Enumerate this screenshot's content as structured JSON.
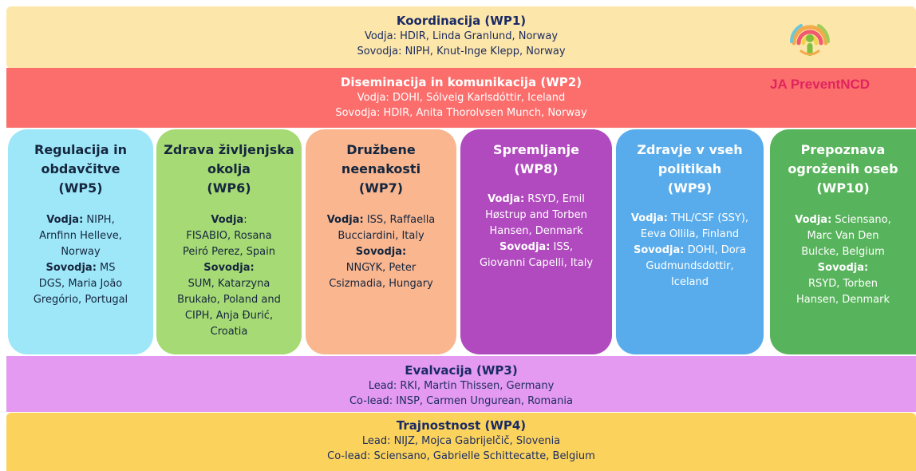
{
  "wp1": {
    "title": "Koordinacija (WP1)",
    "lines": [
      "Vodja: HDIR, Linda Granlund, Norway",
      "Sovodja: NIPH, Knut-Inge Klepp, Norway"
    ]
  },
  "wp2": {
    "title": "Diseminacija in komunikacija (WP2)",
    "lines": [
      "Vodja: DOHI, Sólveig Karlsdóttir, Iceland",
      "Sovodja: HDIR, Anita Thorolvsen Munch, Norway"
    ]
  },
  "brand": "JA PreventNCD",
  "colors": {
    "wp1": "#fce6a9",
    "wp2": "#fb6e6c",
    "wp3": "#e39af0",
    "wp4": "#fbd35c",
    "wp5": "#9ee7f8",
    "wp6": "#a6da74",
    "wp7": "#f9b68f",
    "wp8": "#b14abf",
    "wp9": "#59acec",
    "wp10": "#58b45c",
    "brand": "#e0245e"
  },
  "columns": [
    {
      "id": "wp5",
      "title": [
        "Regulacija in",
        "obdavčitve",
        "(WP5)"
      ],
      "lines": [
        [
          {
            "b": "Vodja:"
          },
          {
            "t": " NIPH,"
          }
        ],
        [
          {
            "t": "Arnfinn Helleve,"
          }
        ],
        [
          {
            "t": "Norway"
          }
        ],
        [
          {
            "b": "Sovodja:"
          },
          {
            "t": " MS"
          }
        ],
        [
          {
            "t": "DGS, Maria João"
          }
        ],
        [
          {
            "t": "Gregório, Portugal"
          }
        ]
      ]
    },
    {
      "id": "wp6",
      "title": [
        "Zdrava življenjska",
        "okolja",
        "(WP6)"
      ],
      "lines": [
        [
          {
            "b": "Vodja"
          },
          {
            "t": ":"
          }
        ],
        [
          {
            "t": "FISABIO, Rosana"
          }
        ],
        [
          {
            "t": "Peiró Perez, Spain"
          }
        ],
        [
          {
            "b": "Sovodja:"
          }
        ],
        [
          {
            "t": "SUM, Katarzyna"
          }
        ],
        [
          {
            "t": "Brukało, Poland and"
          }
        ],
        [
          {
            "t": "CIPH, Anja Đurić,"
          }
        ],
        [
          {
            "t": "Croatia"
          }
        ]
      ]
    },
    {
      "id": "wp7",
      "title": [
        "Družbene",
        "neenakosti",
        "(WP7)"
      ],
      "lines": [
        [
          {
            "b": "Vodja:"
          },
          {
            "t": " ISS, Raffaella"
          }
        ],
        [
          {
            "t": "Bucciardini, Italy"
          }
        ],
        [
          {
            "b": "Sovodja:"
          }
        ],
        [
          {
            "t": "NNGYK, Peter"
          }
        ],
        [
          {
            "t": "Csizmadia, Hungary"
          }
        ]
      ]
    },
    {
      "id": "wp8",
      "title": [
        "Spremljanje",
        "(WP8)"
      ],
      "lines": [
        [
          {
            "b": "Vodja:"
          },
          {
            "t": " RSYD, Emil"
          }
        ],
        [
          {
            "t": "Høstrup and Torben"
          }
        ],
        [
          {
            "t": "Hansen, Denmark"
          }
        ],
        [
          {
            "b": "Sovodja:"
          },
          {
            "t": " ISS,"
          }
        ],
        [
          {
            "t": "Giovanni Capelli, Italy"
          }
        ]
      ]
    },
    {
      "id": "wp9",
      "title": [
        "Zdravje v vseh",
        "politikah",
        "(WP9)"
      ],
      "lines": [
        [
          {
            "b": "Vodja:"
          },
          {
            "t": " THL/CSF (SSY),"
          }
        ],
        [
          {
            "t": "Eeva Ollila, Finland"
          }
        ],
        [
          {
            "b": "Sovodja:"
          },
          {
            "t": " DOHI, Dora"
          }
        ],
        [
          {
            "t": "Gudmundsdottir,"
          }
        ],
        [
          {
            "t": "Iceland"
          }
        ]
      ]
    },
    {
      "id": "wp10",
      "title": [
        "Prepoznava",
        "ogroženih oseb",
        "(WP10)"
      ],
      "lines": [
        [
          {
            "b": "Vodja:"
          },
          {
            "t": " Sciensano,"
          }
        ],
        [
          {
            "t": "Marc Van Den"
          }
        ],
        [
          {
            "t": "Bulcke, Belgium"
          }
        ],
        [
          {
            "b": "Sovodja:"
          }
        ],
        [
          {
            "t": "RSYD, Torben"
          }
        ],
        [
          {
            "t": "Hansen, Denmark"
          }
        ]
      ]
    }
  ],
  "wp3": {
    "title": "Evalvacija (WP3)",
    "lines": [
      "Lead: RKI, Martin Thissen, Germany",
      "Co-lead: INSP, Carmen Ungurean, Romania"
    ]
  },
  "wp4": {
    "title": "Trajnostnost (WP4)",
    "lines": [
      "Lead: NIJZ, Mojca Gabrijelčič, Slovenia",
      "Co-lead: Sciensano, Gabrielle Schittecatte, Belgium"
    ]
  }
}
